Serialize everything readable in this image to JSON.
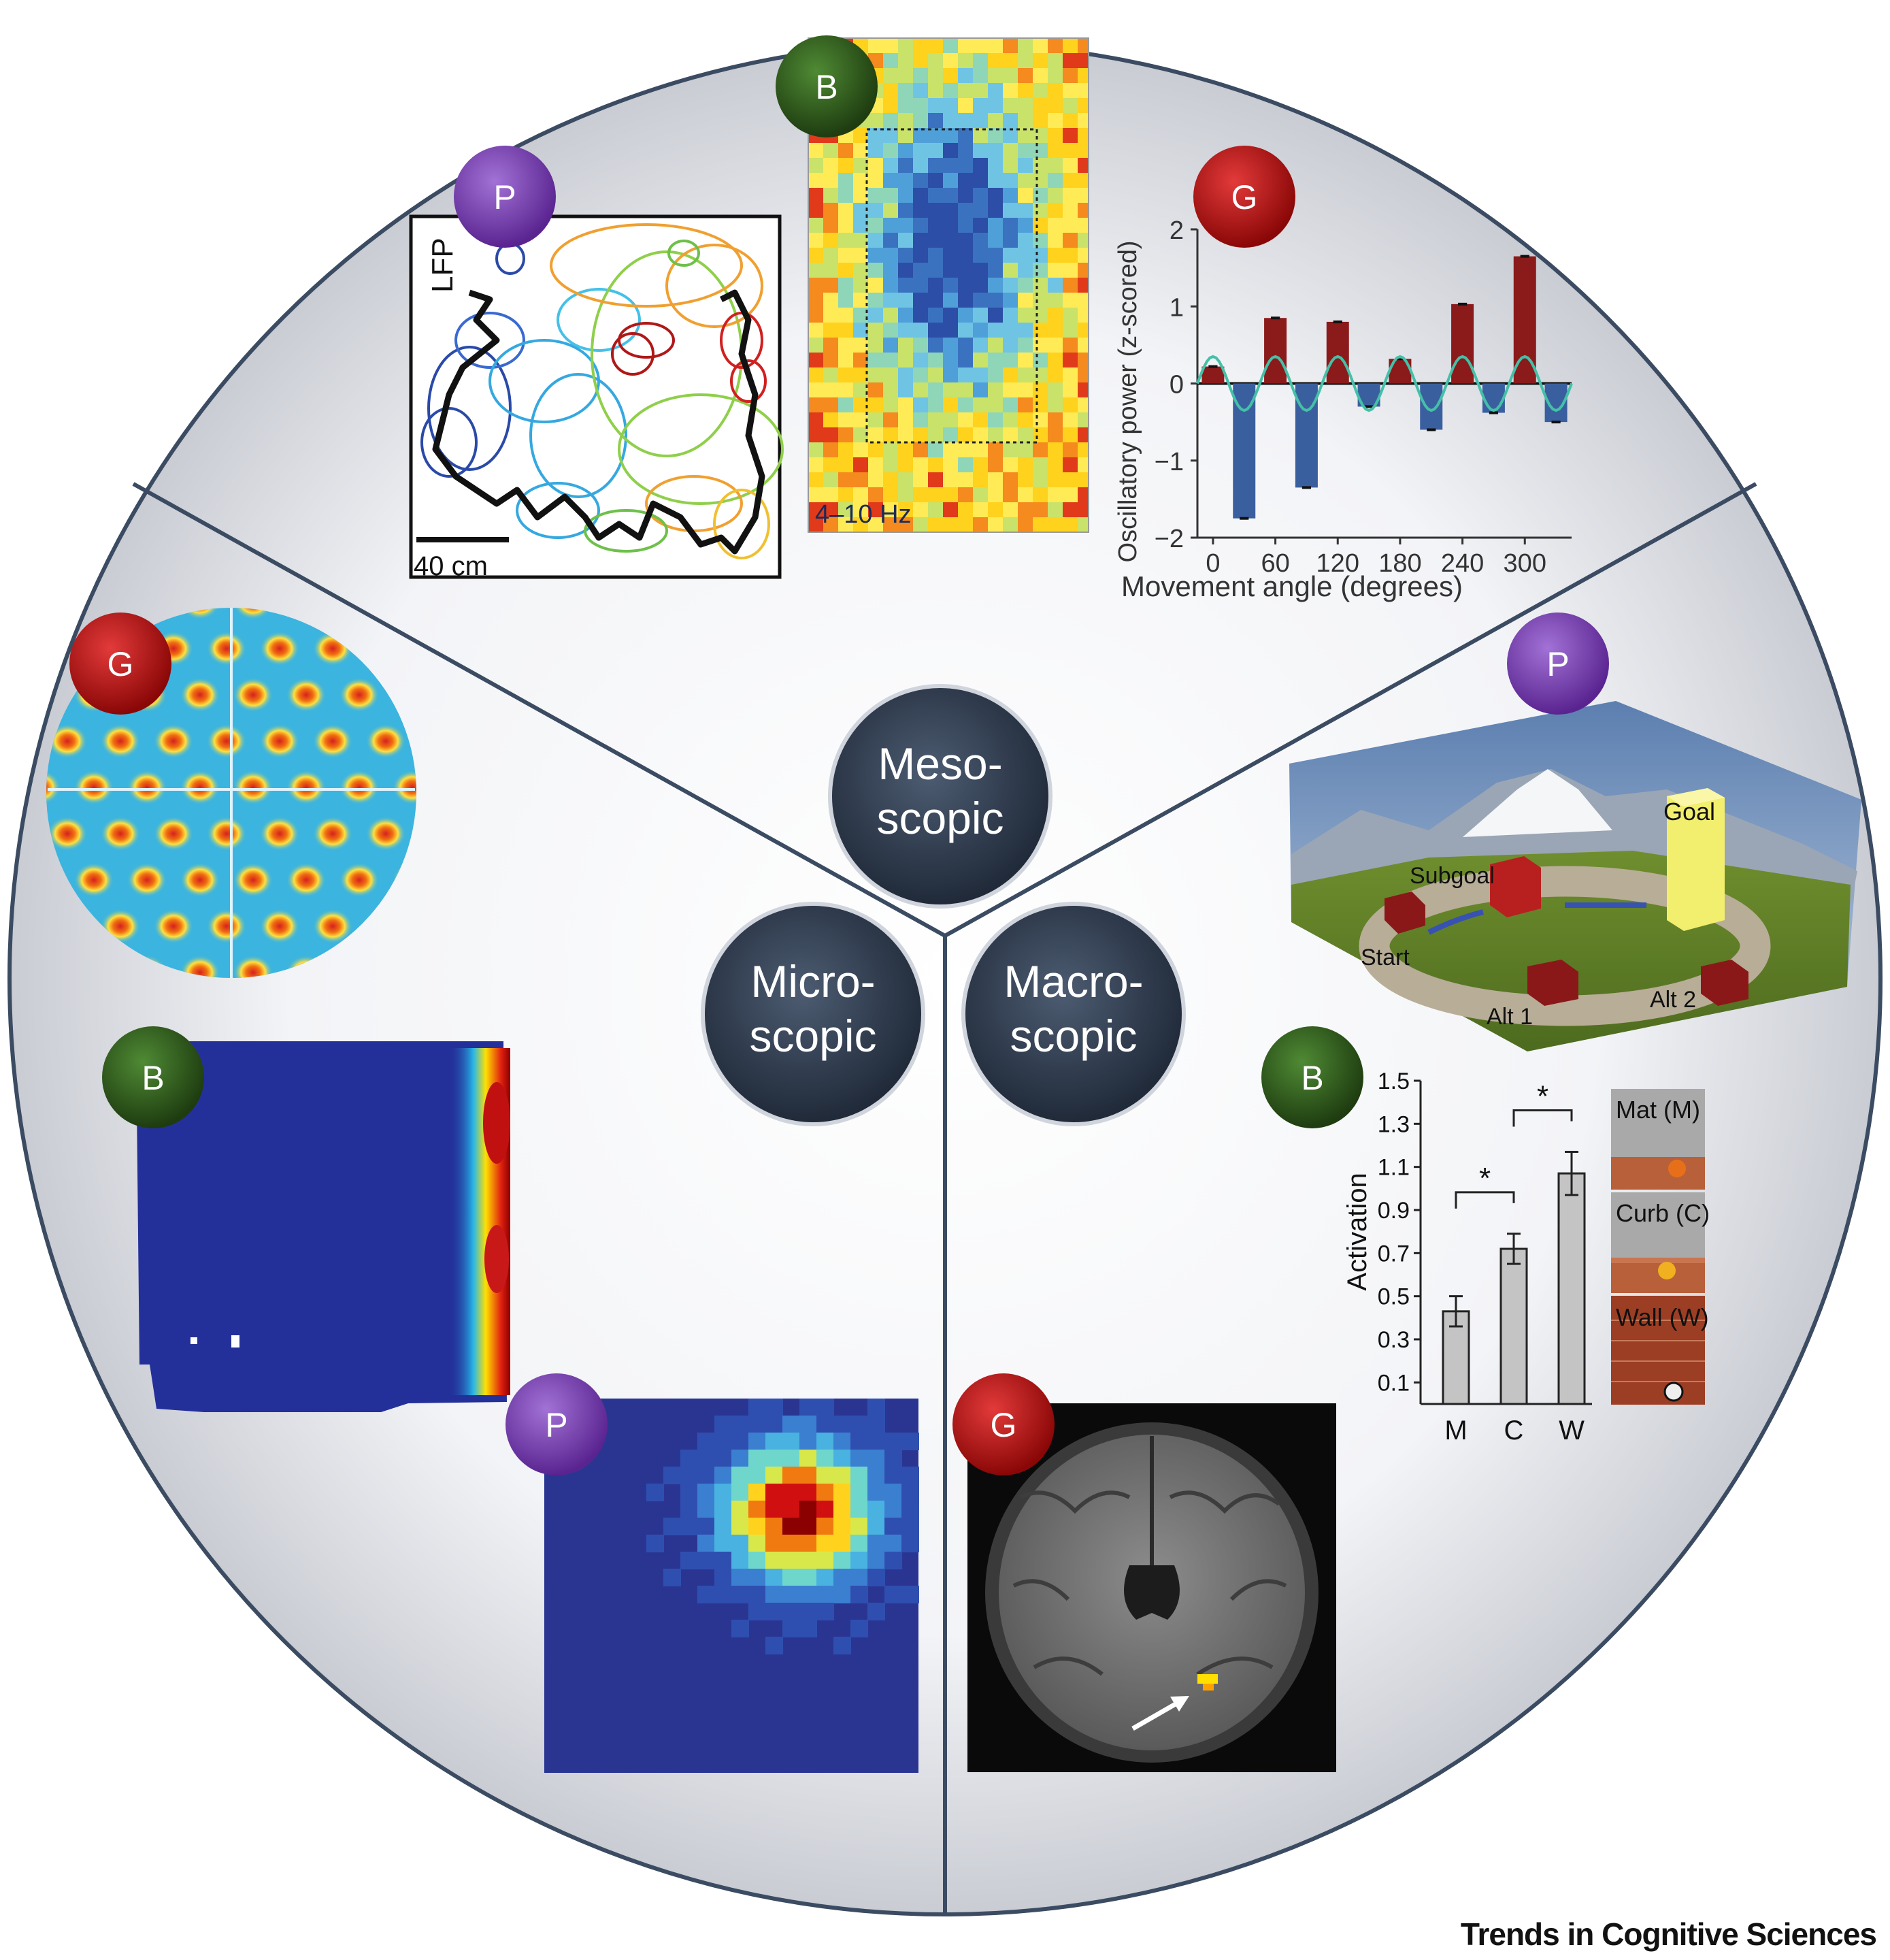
{
  "colors": {
    "disk_fill": "#e3e6ec",
    "disk_stroke": "#3b4b62",
    "hub_fill": "#2d3a4d",
    "badge_B": "#2f5a1c",
    "badge_G": "#b80f0f",
    "badge_P": "#7a3fb0",
    "bar_pos": "#8b1a1a",
    "bar_neg": "#3a5f9e",
    "sine": "#44c0a8"
  },
  "hubs": {
    "meso": {
      "line1": "Meso-",
      "line2": "scopic"
    },
    "micro": {
      "line1": "Micro-",
      "line2": "scopic"
    },
    "macro": {
      "line1": "Macro-",
      "line2": "scopic"
    }
  },
  "badges": {
    "B": "B",
    "G": "G",
    "P": "P"
  },
  "lfp_panel": {
    "label": "LFP",
    "scale": "40 cm"
  },
  "band_panel": {
    "label": "4–10 Hz"
  },
  "oscillatory_chart": {
    "type": "bar",
    "xlabel": "Movement angle (degrees)",
    "ylabel": "Oscillatory power (z-scored)",
    "ylim": [
      -2,
      2
    ],
    "yticks": [
      2,
      1,
      0,
      -1,
      -2
    ],
    "xticks": [
      0,
      60,
      120,
      180,
      240,
      300
    ],
    "x": [
      0,
      30,
      60,
      90,
      120,
      150,
      180,
      210,
      240,
      270,
      300,
      330
    ],
    "values": [
      0.22,
      -1.75,
      0.85,
      -1.35,
      0.8,
      -0.3,
      0.32,
      -0.6,
      1.03,
      -0.38,
      1.65,
      -0.5
    ]
  },
  "vr_scene": {
    "goal": "Goal",
    "subgoal": "Subgoal",
    "start": "Start",
    "alt1": "Alt 1",
    "alt2": "Alt 2"
  },
  "chart_data": {
    "type": "bar",
    "categories": [
      "M",
      "C",
      "W"
    ],
    "values": [
      0.43,
      0.72,
      1.07
    ],
    "errors": [
      0.07,
      0.07,
      0.1
    ],
    "ylabel": "Activation",
    "ylim": [
      0,
      1.5
    ],
    "yticks": [
      "1.5",
      "1.3",
      "1.1",
      "0.9",
      "0.7",
      "0.5",
      "0.3",
      "0.1"
    ],
    "significance": [
      "*",
      "*"
    ],
    "conditions": [
      "Mat (M)",
      "Curb (C)",
      "Wall (W)"
    ]
  },
  "footer": "Trends in Cognitive Sciences"
}
